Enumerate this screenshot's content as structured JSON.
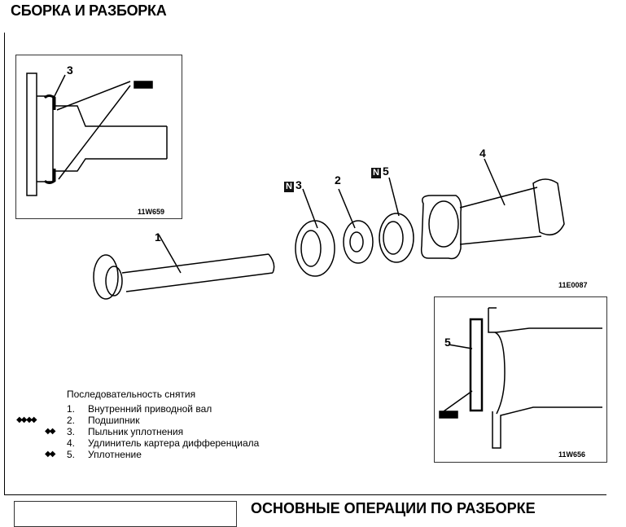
{
  "page": {
    "title": "СБОРКА И РАЗБОРКА",
    "next_section_title": "ОСНОВНЫЕ ОПЕРАЦИИ ПО РАЗБОРКЕ"
  },
  "figure": {
    "main_code": "11E0087",
    "inset_top_code": "11W659",
    "inset_bottom_code": "11W656",
    "callouts": [
      {
        "num": "1"
      },
      {
        "num": "2"
      },
      {
        "num": "3",
        "badge": "N"
      },
      {
        "num": "4"
      },
      {
        "num": "5",
        "badge": "N"
      }
    ],
    "inset_top_callout": "3",
    "inset_bottom_callout": "5"
  },
  "sequence": {
    "heading": "Последовательность снятия",
    "items": [
      {
        "num": "1.",
        "text": "Внутренний приводной вал",
        "marks": ""
      },
      {
        "num": "2.",
        "text": "Подшипник",
        "marks": "◆◆ ◆◆"
      },
      {
        "num": "3.",
        "text": "Пыльник уплотнения",
        "marks": "◆◆"
      },
      {
        "num": "4.",
        "text": "Удлинитель картера дифференциала",
        "marks": ""
      },
      {
        "num": "5.",
        "text": "Уплотнение",
        "marks": "◆◆"
      }
    ]
  }
}
